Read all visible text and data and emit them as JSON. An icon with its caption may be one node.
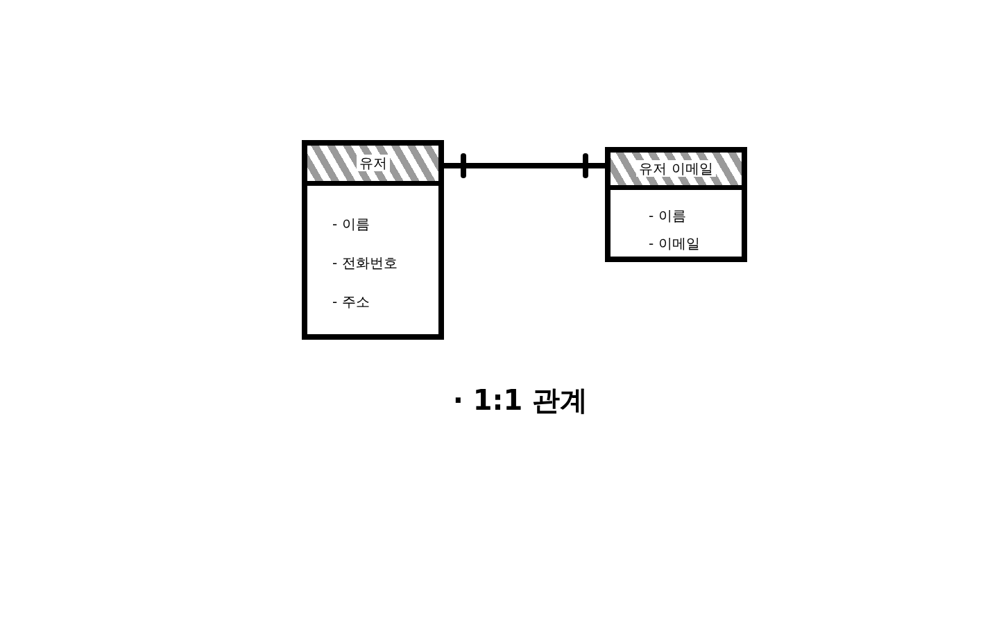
{
  "diagram": {
    "caption": "· 1:1 관계",
    "nodes": [
      {
        "text": [
          "유저",
          "- 이름",
          "- 전화번호",
          "- 주소"
        ]
      },
      {
        "text": [
          "유저 이메일",
          "- 이름",
          "- 이메일"
        ]
      }
    ],
    "edges": [
      {
        "from": 0,
        "to": 1,
        "arrow": "other"
      }
    ]
  }
}
